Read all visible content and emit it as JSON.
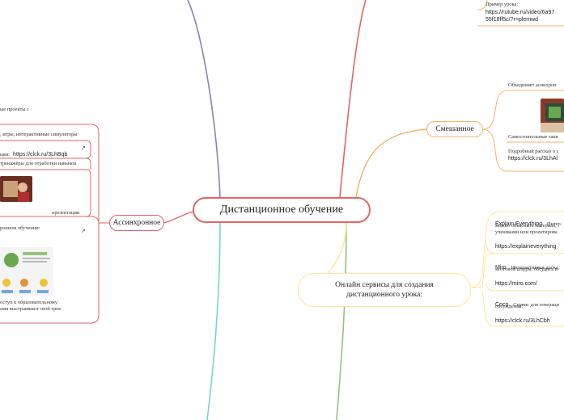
{
  "central": {
    "title": "Дистанционное обучение"
  },
  "topics": {
    "async": "Ассинхронное",
    "mixed": "Смешанное",
    "services": "Онлайн сервисы для создания дистанционного урока:"
  },
  "async_items": {
    "projects": "ые проекты с",
    "games": ", игры, интерактивные симуляторы",
    "link_label": "ции:",
    "link_url": "https://clck.ru/3LhBqb",
    "trainers": "тренажёры для отработки навыков",
    "presentations": "презентации",
    "async_learning": "ронном обучении:",
    "access1": "оступ к образовательному",
    "access2": "ами выстраивают свой трек"
  },
  "mixed_items": {
    "lesson_example": "Пример урока:",
    "lesson_url1": "https://rutube.ru/video/6a97",
    "lesson_url2": "55f18ff5c/?r=plemwd",
    "combines": "Объединяет асинхрон",
    "independent": "Самостоятельные заня",
    "detailed": "Подробный рассказ о с",
    "detailed_url": "https://clck.ru/3LhAl"
  },
  "service_items": {
    "explain_name": "Explain Everything.",
    "explain_desc1": "Интер",
    "explain_desc2": "можно объяснить материал,",
    "explain_desc3": "учениками или проектирова",
    "explain_url": "https://explaineverything",
    "miro_name": "Miro.",
    "miro_desc1": "Интерактивная доска,",
    "miro_desc2": "мозговой штурм, обсудить и",
    "miro_url": "https://miro.com/",
    "coco_name": "Coco.",
    "coco_desc1": "Сервис для генераци",
    "coco_desc2": "обсуждения.",
    "coco_url": "https://clck.ru/3LhCbh"
  },
  "colors": {
    "central_border": "#e06666",
    "async": "#e06666",
    "mixed": "#f6b26b",
    "services": "#ffe599",
    "branch_purple": "#8e7cc3",
    "branch_teal": "#76d7c4",
    "branch_green": "#93c47d"
  },
  "icons": [
    "external-link-icon",
    "photo-thumbnail",
    "infographic-thumbnail",
    "computer-photo-thumbnail"
  ]
}
